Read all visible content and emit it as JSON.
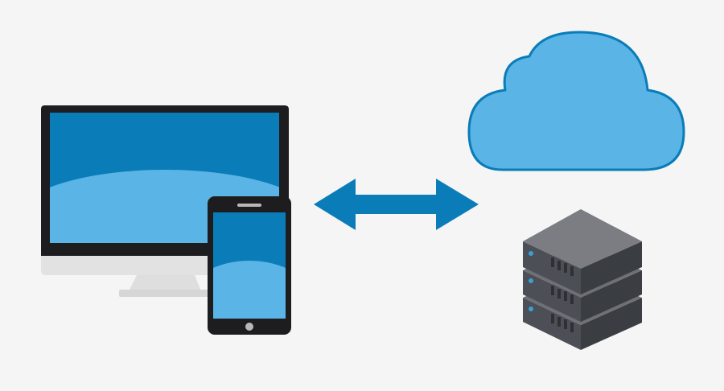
{
  "diagram": {
    "nodes": [
      {
        "id": "desktop-monitor",
        "icon": "desktop-monitor-icon"
      },
      {
        "id": "smartphone",
        "icon": "smartphone-icon"
      },
      {
        "id": "cloud",
        "icon": "cloud-icon"
      },
      {
        "id": "server-stack",
        "icon": "server-stack-icon"
      }
    ],
    "connectors": [
      {
        "type": "bidirectional-arrow",
        "icon": "double-arrow-icon",
        "between": [
          "desktop-monitor",
          "cloud"
        ]
      }
    ]
  },
  "colors": {
    "background": "#f5f5f5",
    "bezel": "#1d1d1f",
    "screen_dark_blue": "#0a7cb8",
    "screen_light_blue": "#5ab4e6",
    "cloud_fill": "#5ab4e6",
    "cloud_stroke": "#0a7cb8",
    "arrow": "#0a7cb8",
    "monitor_stand": "#dedede",
    "server_top": "#7b7d82",
    "server_front": "#4c4f55",
    "server_side": "#3a3d42",
    "server_led": "#3aa0d8"
  }
}
